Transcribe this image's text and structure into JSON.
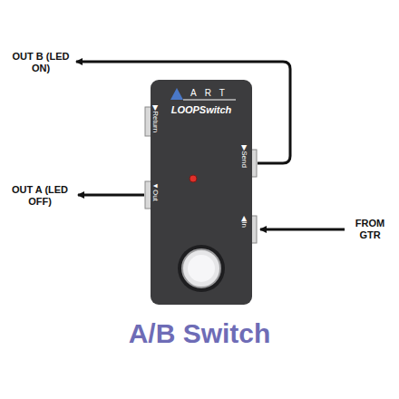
{
  "diagram": {
    "caption": "A/B Switch",
    "nodes": [
      {
        "text": [
          "ART",
          "LOOPSwitch",
          "▶Return",
          "▶Send",
          "▼Out",
          "◀In"
        ]
      }
    ],
    "labels": [
      "OUT B (LED ON)",
      "OUT A (LED OFF)",
      "FROM GTR"
    ]
  }
}
